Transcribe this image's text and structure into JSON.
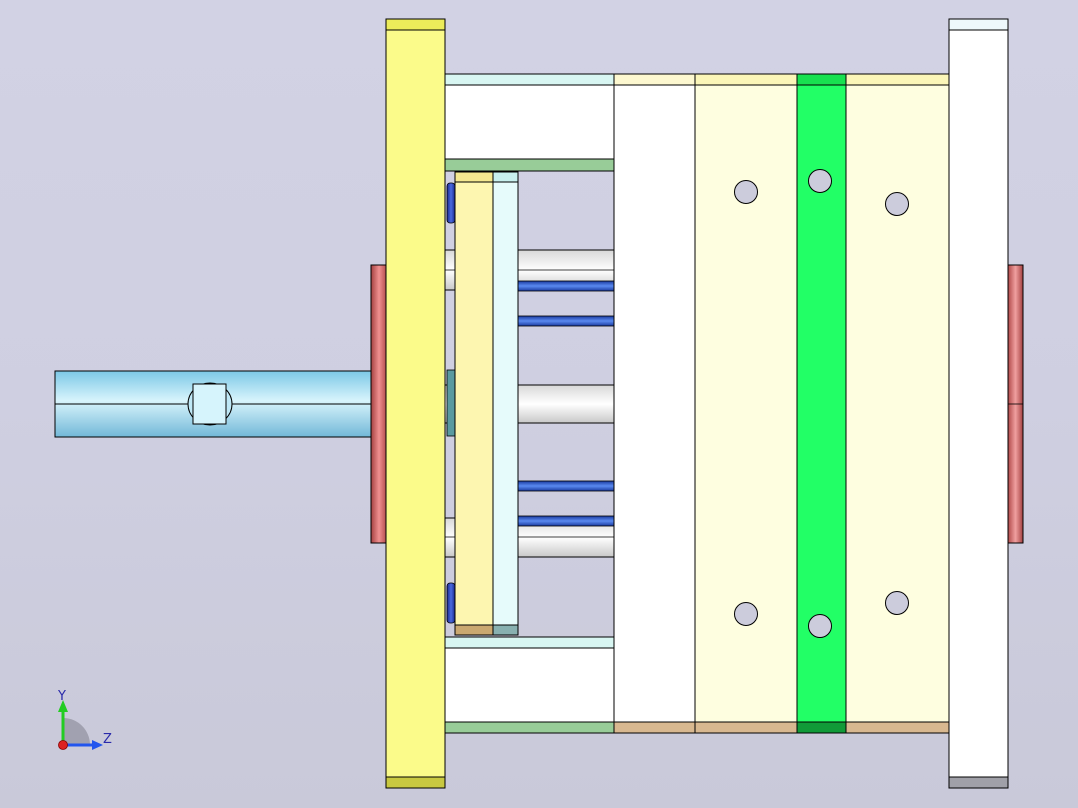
{
  "viewport": {
    "background": "#cfcfe1"
  },
  "triad": {
    "y_label": "Y",
    "z_label": "Z",
    "y_color": "#22cc22",
    "z_color": "#2255ee",
    "x_color": "#dd2222"
  },
  "colors": {
    "clamp_plate_yellow": "#fbfb8a",
    "clamp_plate_white": "#ffffff",
    "spacer_top": "#d8f6f2",
    "spacer_bottom": "#a8d8a8",
    "ejector_retainer": "#e6fbfb",
    "ejector_plate": "#fdf6b0",
    "support_plate": "#ffffff",
    "core_plate": "#fefee0",
    "runner_plate": "#22ff66",
    "sprue_bushing": "#a8e0f4",
    "locating_ring": "#e87878",
    "pin_blue": "#2a5adf",
    "guide_rod": "#f4f4f4",
    "hole": "#ccccdc",
    "outline": "#000000"
  },
  "parts": [
    "left-clamp-plate",
    "spacer-block-top",
    "spacer-block-bottom",
    "ejector-retainer-plate",
    "ejector-plate",
    "support-plate",
    "core-plate",
    "runner-plate",
    "cavity-plate",
    "right-clamp-plate",
    "sprue-bushing",
    "locating-ring-left",
    "locating-ring-right",
    "return-pin",
    "ejector-pin",
    "cooling-hole"
  ]
}
